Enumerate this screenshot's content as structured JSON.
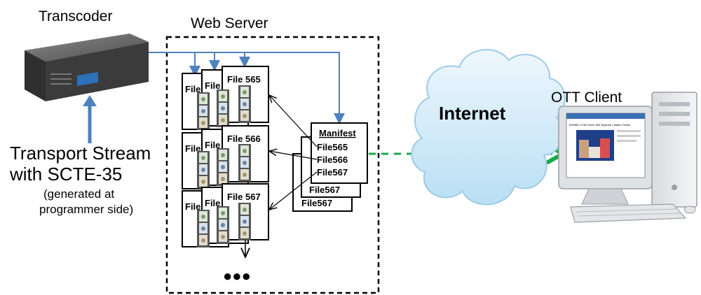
{
  "transcoder": {
    "title": "Transcoder"
  },
  "input": {
    "line1": "Transport Stream",
    "line2": "with SCTE-35",
    "note1": "(generated at",
    "note2": "programmer side)"
  },
  "web_server": {
    "title": "Web Server",
    "columns": [
      {
        "back": "File",
        "mid": "File",
        "front": "File 565"
      },
      {
        "back": "File",
        "mid": "File",
        "front": "File 566"
      },
      {
        "back": "File",
        "mid": "File",
        "front": "File 567"
      }
    ],
    "ellipsis": "●●●"
  },
  "manifest": {
    "title": "Manifest",
    "entries": [
      "File565",
      "File566",
      "File567"
    ],
    "back_labels": [
      "File567",
      "File567"
    ]
  },
  "network": {
    "label": "Internet"
  },
  "client": {
    "title": "OTT Client",
    "browser_text": "MSNBC.COM Show Title Episode | Watch Online"
  }
}
